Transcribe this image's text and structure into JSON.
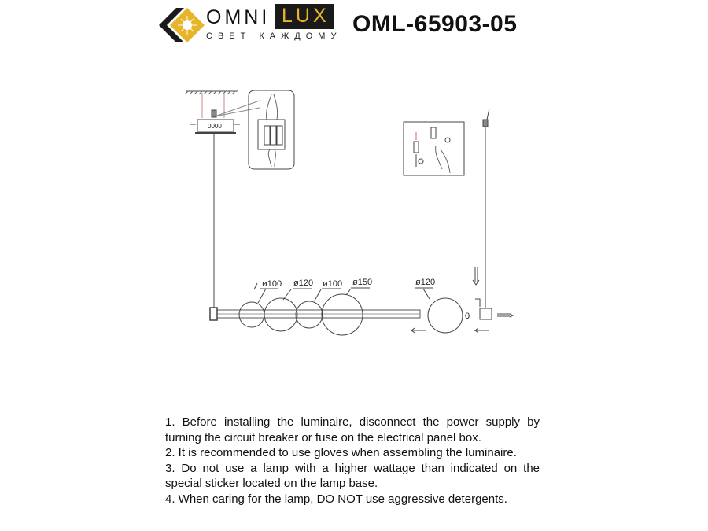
{
  "header": {
    "brand_left": "OMNI",
    "brand_right": "LUX",
    "tagline": "СВЕТ КАЖДОМУ",
    "model": "OML-65903-05",
    "accent_color": "#e7b52a"
  },
  "diagram": {
    "canopy_label": "0000",
    "zero_label": "0",
    "dimensions": [
      "ø100",
      "ø120",
      "ø100",
      "ø150",
      "ø120"
    ]
  },
  "notes": [
    "1. Before installing the luminaire, disconnect the power supply by turning the circuit breaker or fuse on the electrical panel box.",
    "2. It is recommended to use gloves when assembling the luminaire.",
    "3. Do not use a lamp with a higher wattage than indicated on the special sticker located on the lamp base.",
    "4. When caring for the lamp, DO NOT use aggressive detergents."
  ]
}
